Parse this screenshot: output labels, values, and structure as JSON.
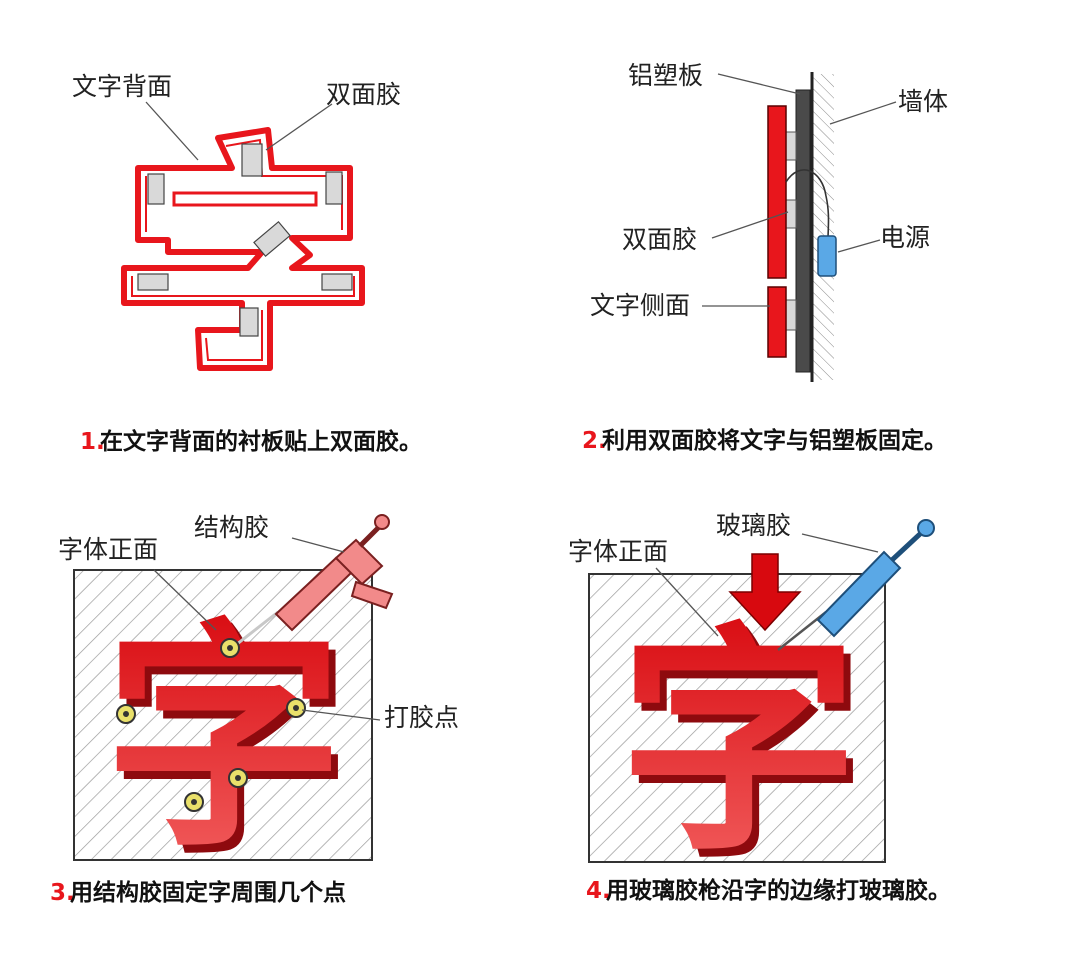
{
  "colors": {
    "red": "#e8161c",
    "red_dark": "#a90d12",
    "red_light": "#f26a6a",
    "blue": "#5aa8e6",
    "pink": "#f28a8a",
    "gray_plate": "#4a4a4a",
    "tape": "#d9d9d9",
    "glue_dot": "#e9e06a",
    "caption_number": "#e8161c"
  },
  "panel1": {
    "label_back": "文字背面",
    "label_tape": "双面胶",
    "glyph": "字",
    "caption_number": "1.",
    "caption_text": "在文字背面的衬板贴上双面胶。"
  },
  "panel2": {
    "label_plate": "铝塑板",
    "label_wall": "墙体",
    "label_tape": "双面胶",
    "label_power": "电源",
    "label_side": "文字侧面",
    "caption_number": "2.",
    "caption_text": "利用双面胶将文字与铝塑板固定。"
  },
  "panel3": {
    "label_front": "字体正面",
    "label_glue": "结构胶",
    "label_dots": "打胶点",
    "glyph": "字",
    "caption_number": "3.",
    "caption_text": "用结构胶固定字周围几个点"
  },
  "panel4": {
    "label_front": "字体正面",
    "label_glue": "玻璃胶",
    "glyph": "字",
    "caption_number": "4.",
    "caption_text": "用玻璃胶枪沿字的边缘打玻璃胶。"
  }
}
